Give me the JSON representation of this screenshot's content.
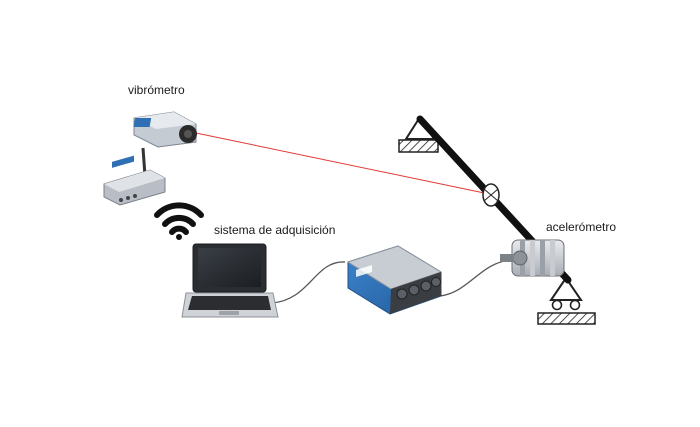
{
  "labels": {
    "vibrometer": "vibrómetro",
    "acquisition_system": "sistema de adquisición",
    "accelerometer": "acelerómetro"
  },
  "colors": {
    "background": "#ffffff",
    "laser_beam": "#e53935",
    "beam_rod": "#111111",
    "support_hatch": "#222222",
    "device_blue": "#2f6fb3",
    "device_silver": "#c9ccd1",
    "cable": "#555555"
  },
  "icons": {
    "vibrometer": "laser-vibrometer-icon",
    "router": "wireless-router-icon",
    "wifi": "wifi-icon",
    "laptop": "laptop-icon",
    "daq": "daq-device-icon",
    "accelerometer": "accelerometer-icon",
    "support_top": "pinned-support-icon",
    "support_bottom": "roller-support-icon"
  }
}
